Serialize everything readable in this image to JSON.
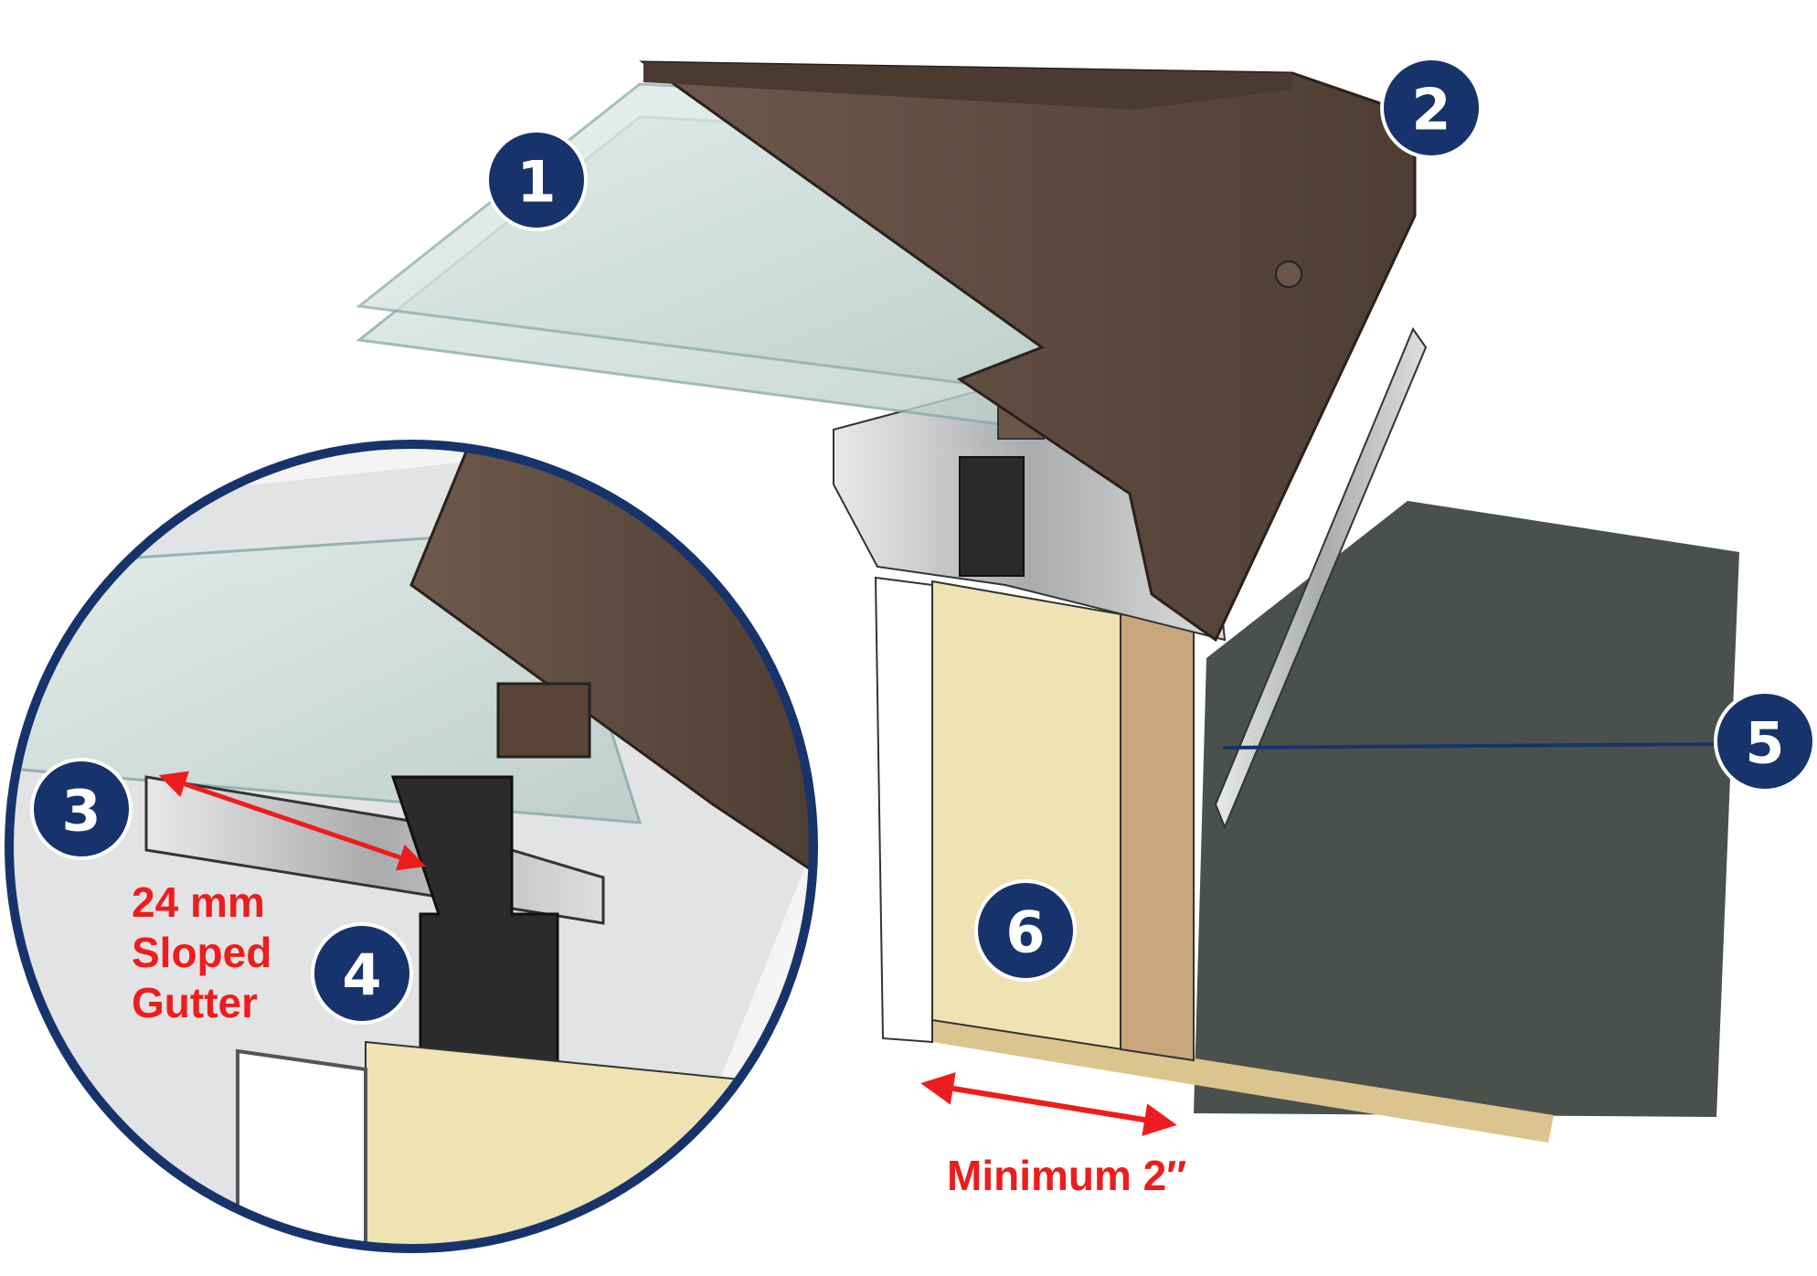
{
  "colors": {
    "badge": "#17336b",
    "arrow": "#ee1c1c",
    "cap": "#5e4a3e",
    "wood": "#efe3b4",
    "membrane": "#4a504c",
    "aluminum": "#c9cbcc"
  },
  "badges": [
    {
      "label": "1",
      "part": "glass"
    },
    {
      "label": "2",
      "part": "cap"
    },
    {
      "label": "3",
      "part": "gutter"
    },
    {
      "label": "4",
      "part": "thermal-break"
    },
    {
      "label": "5",
      "part": "flashing"
    },
    {
      "label": "6",
      "part": "curb"
    }
  ],
  "annotations": {
    "gutter_line1": "24 mm",
    "gutter_line2": "Sloped",
    "gutter_line3": "Gutter",
    "minimum": "Minimum 2″"
  }
}
